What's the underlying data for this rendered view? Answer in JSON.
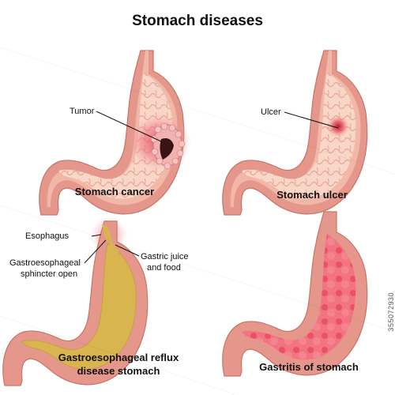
{
  "title": "Stomach diseases",
  "panels": {
    "cancer": {
      "caption": "Stomach cancer",
      "labels": {
        "tumor": "Tumor"
      }
    },
    "ulcer": {
      "caption": "Stomach ulcer",
      "labels": {
        "ulcer": "Ulcer"
      }
    },
    "gerd": {
      "caption_line1": "Gastroesophageal reflux",
      "caption_line2": "disease stomach",
      "labels": {
        "esophagus": "Esophagus",
        "sphincter_line1": "Gastroesophageal",
        "sphincter_line2": "sphincter open",
        "juice_line1": "Gastric juice",
        "juice_line2": "and food"
      }
    },
    "gastritis": {
      "caption": "Gastritis of stomach"
    }
  },
  "stock_id": "355072930",
  "colors": {
    "wall_outer": "#e5978c",
    "wall_inner": "#f2b8a7",
    "lumen": "#f8d6c8",
    "fold": "#e39a8d",
    "food": "#d9b54f",
    "inflamed": "#e74a5b"
  }
}
